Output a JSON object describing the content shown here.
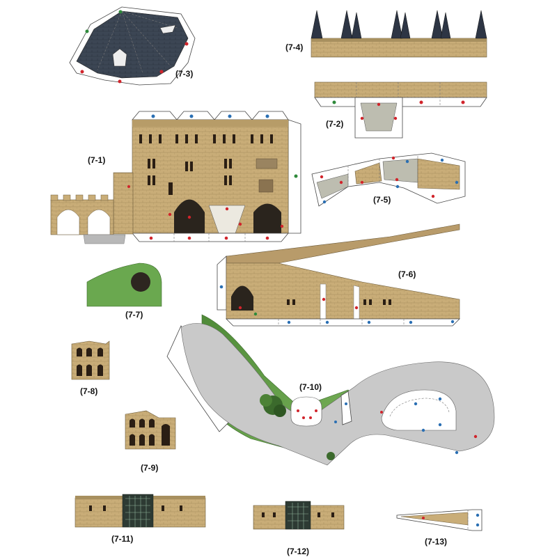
{
  "labels": {
    "p7_1": "(7-1)",
    "p7_2": "(7-2)",
    "p7_3": "(7-3)",
    "p7_4": "(7-4)",
    "p7_5": "(7-5)",
    "p7_6": "(7-6)",
    "p7_7": "(7-7)",
    "p7_8": "(7-8)",
    "p7_9": "(7-9)",
    "p7_10": "(7-10)",
    "p7_11": "(7-11)",
    "p7_12": "(7-12)",
    "p7_13": "(7-13)"
  },
  "colors": {
    "stone": "#c9ad78",
    "roof": "#3c4654",
    "grass": "#5f9b45",
    "road": "#c8c8c8",
    "glue_red": "#d1242b",
    "glue_blue": "#2a6fb3",
    "glue_green": "#2f8a3b"
  }
}
